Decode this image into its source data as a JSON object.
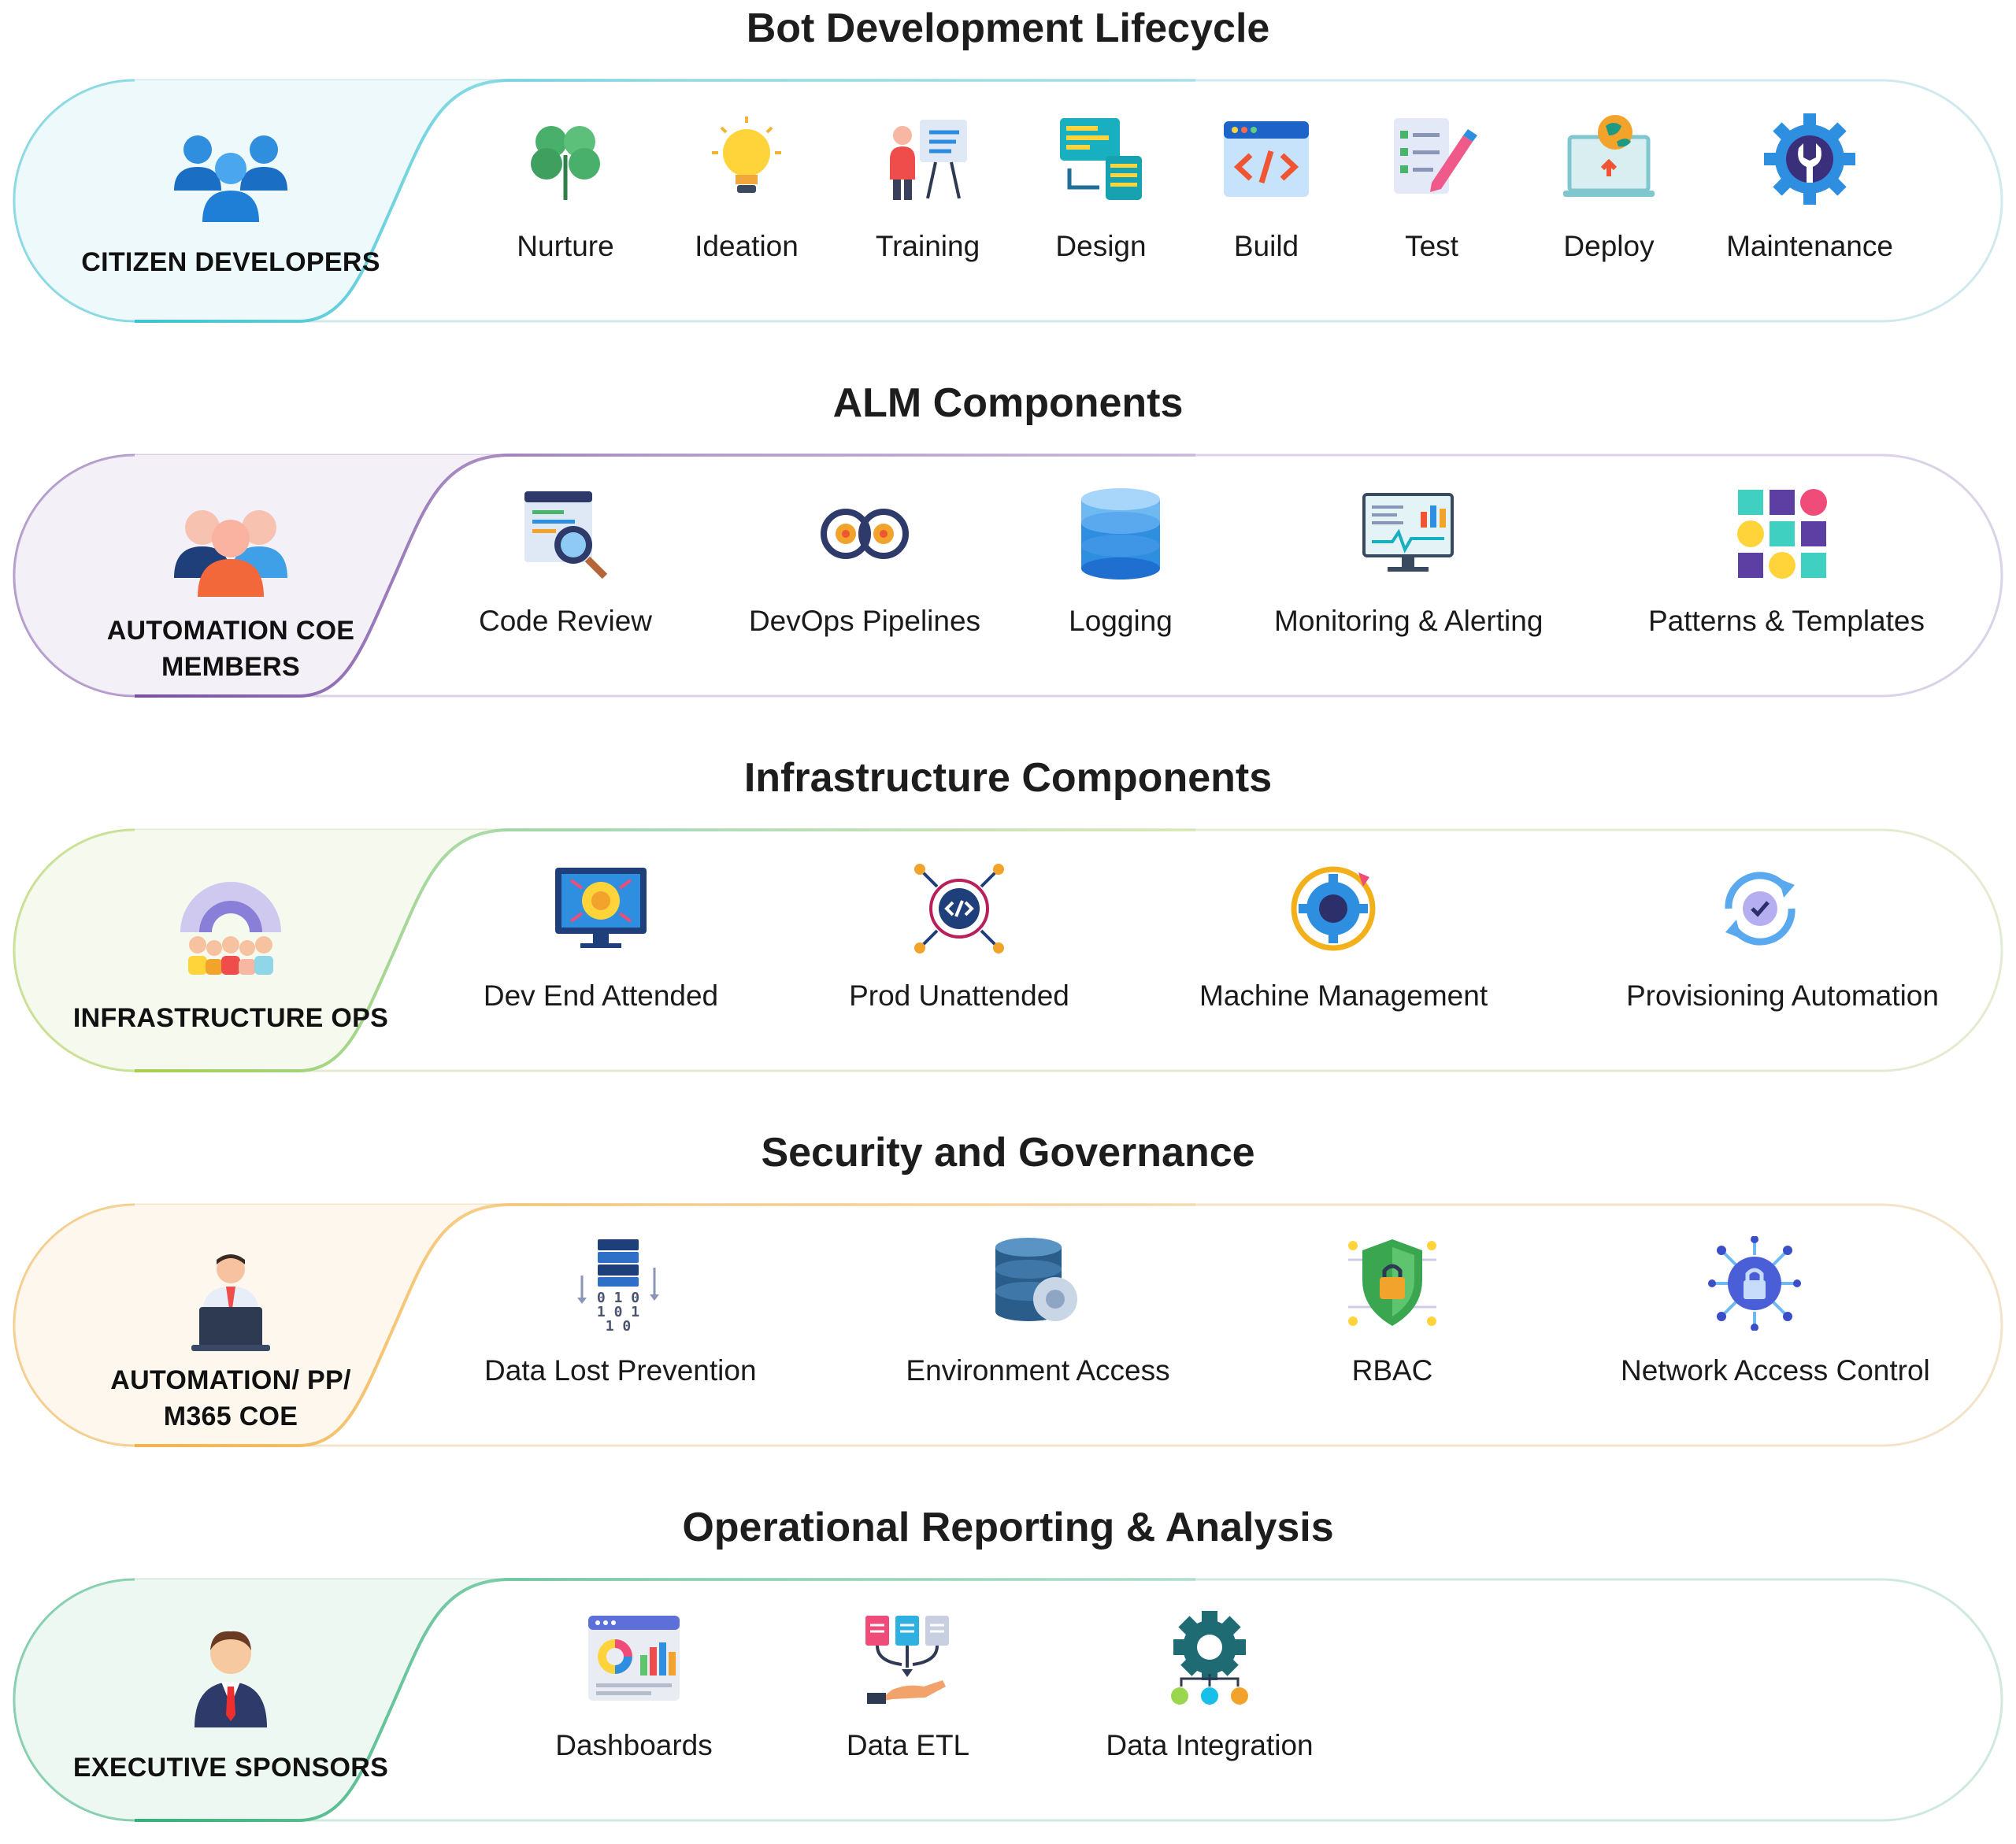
{
  "sections": [
    {
      "title": "Bot Development Lifecycle",
      "color": "#3cc3d3",
      "fill": "#eef9fb",
      "role": "CITIZEN DEVELOPERS",
      "role_icon": "people-group-icon",
      "items": [
        {
          "label": "Nurture",
          "icon": "clover-icon"
        },
        {
          "label": "Ideation",
          "icon": "lightbulb-icon"
        },
        {
          "label": "Training",
          "icon": "presentation-icon"
        },
        {
          "label": "Design",
          "icon": "design-screens-icon"
        },
        {
          "label": "Build",
          "icon": "code-window-icon"
        },
        {
          "label": "Test",
          "icon": "checklist-pencil-icon"
        },
        {
          "label": "Deploy",
          "icon": "laptop-globe-icon"
        },
        {
          "label": "Maintenance",
          "icon": "gear-wrench-icon"
        }
      ]
    },
    {
      "title": "ALM Components",
      "color": "#7a4fa3",
      "fill": "#f4f0f8",
      "role": "AUTOMATION COE MEMBERS",
      "role_icon": "team-members-icon",
      "items": [
        {
          "label": "Code Review",
          "icon": "code-magnifier-icon"
        },
        {
          "label": "DevOps Pipelines",
          "icon": "infinity-gears-icon"
        },
        {
          "label": "Logging",
          "icon": "database-icon"
        },
        {
          "label": "Monitoring & Alerting",
          "icon": "monitor-chart-icon"
        },
        {
          "label": "Patterns & Templates",
          "icon": "tile-grid-icon"
        }
      ]
    },
    {
      "title": "Infrastructure Components",
      "color": "#a7cf4f",
      "fill": "#f6f9ee",
      "role": "INFRASTRUCTURE OPS",
      "role_icon": "ops-team-gear-icon",
      "items": [
        {
          "label": "Dev End Attended",
          "icon": "monitor-target-icon"
        },
        {
          "label": "Prod Unattended",
          "icon": "code-network-icon"
        },
        {
          "label": "Machine Management",
          "icon": "gear-cycle-icon"
        },
        {
          "label": "Provisioning Automation",
          "icon": "refresh-gear-icon"
        }
      ]
    },
    {
      "title": "Security and Governance",
      "color": "#f2b34a",
      "fill": "#fdf7ee",
      "role": "AUTOMATION/ PP/ M365 COE",
      "role_icon": "person-laptop-icon",
      "items": [
        {
          "label": "Data Lost Prevention",
          "icon": "server-binary-icon"
        },
        {
          "label": "Environment Access",
          "icon": "database-gear-icon"
        },
        {
          "label": "RBAC",
          "icon": "shield-lock-icon"
        },
        {
          "label": "Network Access Control",
          "icon": "network-lock-icon"
        }
      ]
    },
    {
      "title": "Operational Reporting & Analysis",
      "color": "#35b07a",
      "fill": "#eef8f2",
      "role": "EXECUTIVE SPONSORS",
      "role_icon": "executive-person-icon",
      "items": [
        {
          "label": "Dashboards",
          "icon": "dashboard-icon"
        },
        {
          "label": "Data ETL",
          "icon": "documents-funnel-icon"
        },
        {
          "label": "Data Integration",
          "icon": "gear-nodes-icon"
        }
      ]
    }
  ]
}
